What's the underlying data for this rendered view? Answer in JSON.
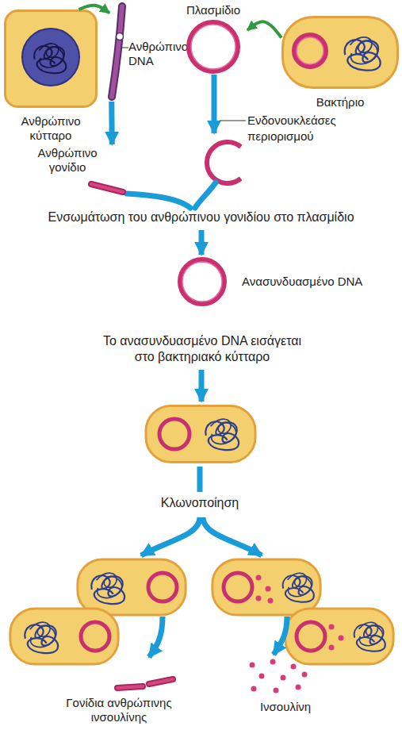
{
  "diagram": {
    "nodes": [
      {
        "text": [
          "Ανθρώπινο κύτταρο"
        ]
      },
      {
        "text": [
          "Ανθρώπινο DNA"
        ]
      },
      {
        "text": [
          "Πλασμίδιο"
        ]
      },
      {
        "text": [
          "Βακτήριο"
        ]
      },
      {
        "text": [
          "Ανθρώπινο γονίδιο"
        ]
      },
      {
        "text": [
          "Ανασυνδυασμένο DNA"
        ]
      },
      {
        "text": [
          "Γονίδια ανθρώπινης ινσουλίνης"
        ]
      },
      {
        "text": [
          "Ινσουλίνη"
        ]
      }
    ],
    "edges": [
      {
        "from": 0,
        "to": 1,
        "arrow": "to"
      },
      {
        "from": 3,
        "to": 2,
        "arrow": "to"
      },
      {
        "from": 1,
        "to": 4,
        "arrow": "to"
      }
    ],
    "labels": [
      "Ενδονουκλεάσες περιορισμού",
      "Ενσωμάτωση του ανθρώπινου γονιδίου στο πλασμίδιο",
      "Το ανασυνδυασμένο DNA εισάγεται στο βακτηριακό κύτταρο",
      "Κλωνοποίηση"
    ]
  }
}
